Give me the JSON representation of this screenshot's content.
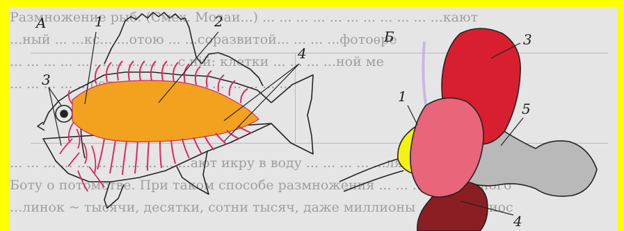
{
  "panel_a_label": "A",
  "panel_b_label": "Б",
  "fish_labels": [
    "1",
    "2",
    "3",
    "4"
  ],
  "brain_labels": [
    "1",
    "3",
    "5",
    "4"
  ],
  "background_text": [
    "Размножение рыб. (Смех. Мозаи...) ... ... ... ... ... ... ... ... ... ... ...кают",
    "...ный ... ...кс... ...отою ... ...соразвитой... ... ... ...фотоѳре",
    "... ... ... ... ... ... ... ... ... ... с ній: клетки ... ... ... ...ной ме",
    "... ... ... ... ...ротоны ... ... ... ... ... ... ... ... ...",
    "... ... ... ... ... ... ... ... ... ... ...ают икру в воду ... ... ... ... ...ляют",
    "Боту о потомстве. При таком способе размножения ... ... ...очень много",
    "...линок ~ тысячи, десятки, сотни тысяч, даже миллионы ... ... ...осуиос"
  ],
  "colors": {
    "frame": "#ffff00",
    "page": "#e5e5e5",
    "body": "#f2a21f",
    "vein": "#d9285e",
    "cerebrum": "#e8657a",
    "forebrain": "#f4f211",
    "optic_lobe": "#d71f30",
    "cerebellum": "#b9b9b9",
    "medulla": "#8b1e22"
  }
}
